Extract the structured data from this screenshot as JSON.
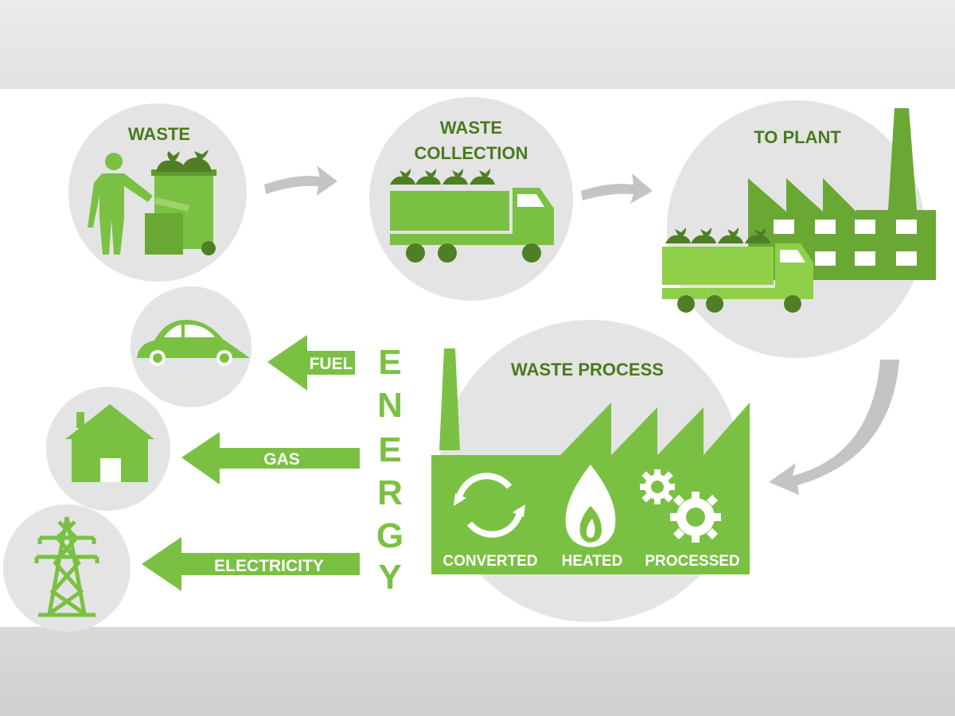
{
  "colors": {
    "accent": "#7ac143",
    "accent_dark": "#5e9a2e",
    "title_text": "#4a7a1c",
    "circle_bg": "#e4e4e4",
    "arrow_gray": "#c4c4c4",
    "band_gray": "#e6e6e6"
  },
  "steps": {
    "waste": {
      "title": "WASTE",
      "icon": "person-trash-bin-icon"
    },
    "collection": {
      "title_line1": "WASTE",
      "title_line2": "COLLECTION",
      "icon": "garbage-truck-icon"
    },
    "plant": {
      "title": "TO PLANT",
      "icon": "factory-truck-icon"
    },
    "process": {
      "title": "WASTE PROCESS",
      "stages": [
        {
          "label": "CONVERTED",
          "icon": "recycle-arrows-icon"
        },
        {
          "label": "HEATED",
          "icon": "flame-icon"
        },
        {
          "label": "PROCESSED",
          "icon": "gears-icon"
        }
      ]
    }
  },
  "energy": {
    "letters": [
      "E",
      "N",
      "E",
      "R",
      "G",
      "Y"
    ],
    "outputs": [
      {
        "label": "FUEL",
        "icon": "car-icon"
      },
      {
        "label": "GAS",
        "icon": "house-icon"
      },
      {
        "label": "ELECTRICITY",
        "icon": "power-pylon-icon"
      }
    ]
  }
}
